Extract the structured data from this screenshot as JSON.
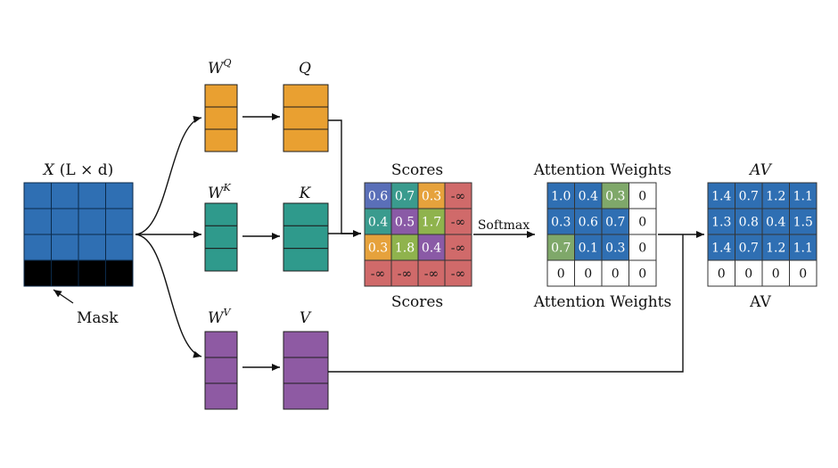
{
  "colors": {
    "x_blue": "#2f6fb3",
    "mask": "#000000",
    "query": "#e9a031",
    "key": "#2f9a8c",
    "value": "#8e5aa3",
    "score_blue": "#5a6fb8",
    "score_teal": "#3a9b8e",
    "score_orange": "#e6a23c",
    "score_purple": "#8a5aa6",
    "score_green": "#8fb34d",
    "score_red": "#d06a6a",
    "weight_blue": "#2f6fb3",
    "weight_green": "#7fa86a"
  },
  "input": {
    "label_var": "X",
    "label_dims": "(L × d)",
    "mask_label": "Mask"
  },
  "weights": {
    "wq": {
      "base": "W",
      "sup": "Q"
    },
    "wk": {
      "base": "W",
      "sup": "K"
    },
    "wv": {
      "base": "W",
      "sup": "V"
    }
  },
  "projections": {
    "q": "Q",
    "k": "K",
    "v": "V"
  },
  "scores": {
    "title": "Scores",
    "caption": "Scores",
    "rows": [
      [
        "0.6",
        "0.7",
        "0.3",
        "-∞"
      ],
      [
        "0.4",
        "0.5",
        "1.7",
        "-∞"
      ],
      [
        "0.3",
        "1.8",
        "0.4",
        "-∞"
      ],
      [
        "-∞",
        "-∞",
        "-∞",
        "-∞"
      ]
    ],
    "colors": [
      [
        "score_blue",
        "score_teal",
        "score_orange",
        "score_red"
      ],
      [
        "score_teal",
        "score_purple",
        "score_green",
        "score_red"
      ],
      [
        "score_orange",
        "score_green",
        "score_purple",
        "score_red"
      ],
      [
        "score_red",
        "score_red",
        "score_red",
        "score_red"
      ]
    ]
  },
  "softmax_label": "Softmax",
  "attention_weights": {
    "title": "Attention Weights",
    "caption": "Attention Weights",
    "rows": [
      [
        "1.0",
        "0.4",
        "0.3",
        "0"
      ],
      [
        "0.3",
        "0.6",
        "0.7",
        "0"
      ],
      [
        "0.7",
        "0.1",
        "0.3",
        "0"
      ],
      [
        "0",
        "0",
        "0",
        "0"
      ]
    ],
    "colors": [
      [
        "weight_blue",
        "weight_blue",
        "weight_green",
        "white"
      ],
      [
        "weight_blue",
        "weight_blue",
        "weight_blue",
        "white"
      ],
      [
        "weight_green",
        "weight_blue",
        "weight_blue",
        "white"
      ],
      [
        "white",
        "white",
        "white",
        "white"
      ]
    ]
  },
  "output": {
    "title": "AV",
    "caption": "AV",
    "rows": [
      [
        "1.4",
        "0.7",
        "1.2",
        "1.1"
      ],
      [
        "1.3",
        "0.8",
        "0.4",
        "1.5"
      ],
      [
        "1.4",
        "0.7",
        "1.2",
        "1.1"
      ],
      [
        "0",
        "0",
        "0",
        "0"
      ]
    ]
  }
}
